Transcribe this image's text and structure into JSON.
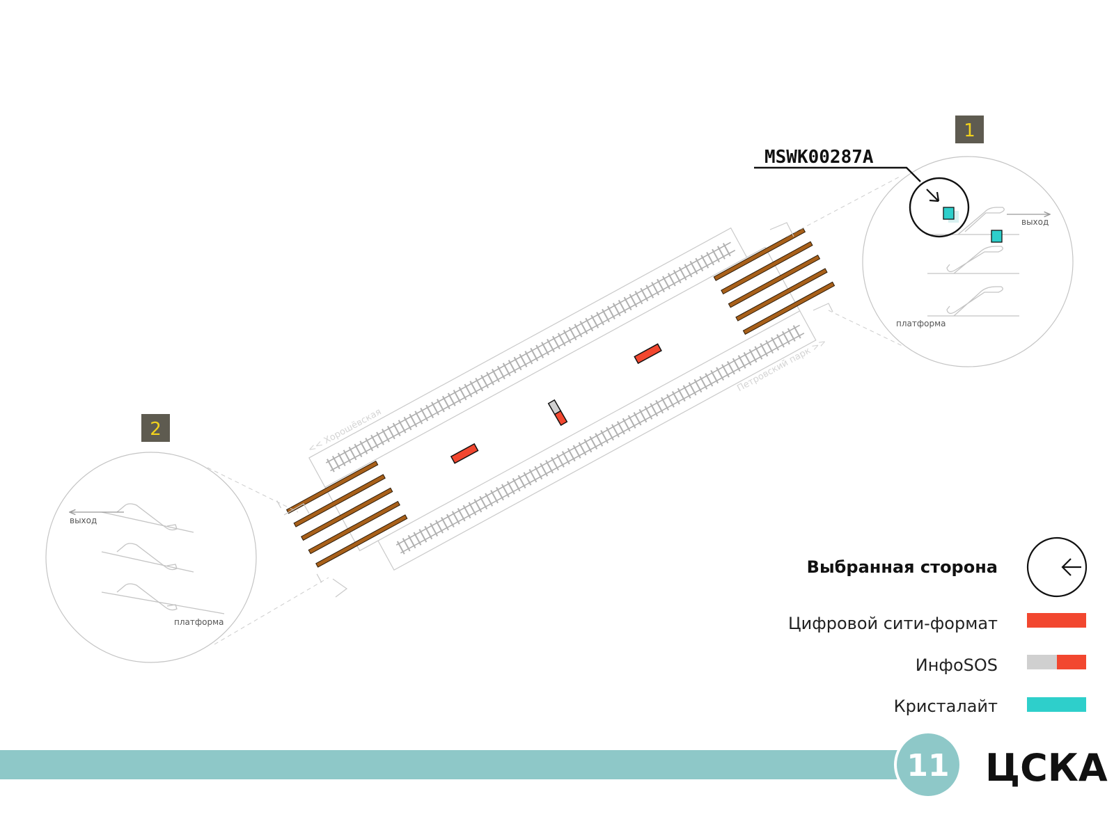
{
  "screen_code": "MSWK00287A",
  "badges": {
    "exit_1": "1",
    "exit_2": "2"
  },
  "directions": {
    "left": "<< Хорошёвская",
    "right": "Петровский парк >>"
  },
  "insets": {
    "exit_1": {
      "exit_label": "выход",
      "platform_label": "платформа"
    },
    "exit_2": {
      "exit_label": "выход",
      "platform_label": "платформа"
    }
  },
  "legend": {
    "selected_side": "Выбранная сторона",
    "digital_city_format": "Цифровой сити-формат",
    "infosos": "ИнфоSOS",
    "crystalite": "Кристалайт"
  },
  "line": {
    "number": "11",
    "station": "ЦСКА"
  },
  "colors": {
    "digital_city": "#f2472f",
    "infosos_gray": "#d0d0d0",
    "crystalite": "#2ecfcb",
    "line_band": "#8ec8c8",
    "escalator": "#a8601a",
    "badge_bg": "#5e5b50",
    "badge_text": "#f2d21c"
  },
  "icons": {
    "selected_side": "arrow-left-circle-icon"
  }
}
